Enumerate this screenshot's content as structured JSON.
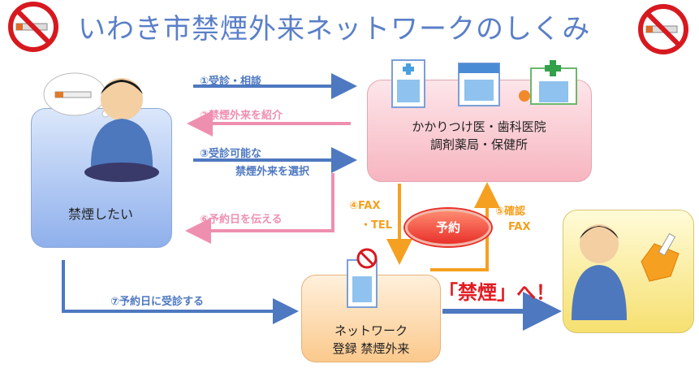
{
  "title": "いわき市禁煙外来ネットワークのしくみ",
  "left_box": {
    "label": "禁煙したい"
  },
  "pink_box": {
    "line1": "かかりつけ医・歯科医院",
    "line2": "調剤薬局・保健所"
  },
  "orange_box": {
    "line1": "ネットワーク",
    "line2": "登録 禁煙外来"
  },
  "steps": {
    "s1": "①受診・相談",
    "s2": "②禁煙外来を紹介",
    "s3a": "③受診可能な",
    "s3b": "禁煙外来を選択",
    "s4a": "④FAX",
    "s4b": "・TEL",
    "s5a": "⑤確認",
    "s5b": "FAX",
    "s6": "⑥予約日を伝える",
    "s7": "⑦予約日に受診する"
  },
  "badge": "予約",
  "result": "「禁煙」へ！",
  "icons": {
    "no_smoking": "no-smoking-icon",
    "smoker": "stressed-smoker-illustration",
    "hospital": "hospital-icon",
    "dental": "dental-clinic-icon",
    "pharmacy": "pharmacy-icon",
    "network_clinic": "no-smoking-clinic-icon",
    "happy_person": "refusing-cigarette-person-illustration"
  },
  "colors": {
    "blue": "#4e78c0",
    "pink": "#ef8fb0",
    "orange": "#f5a020",
    "red": "#e21b22"
  }
}
